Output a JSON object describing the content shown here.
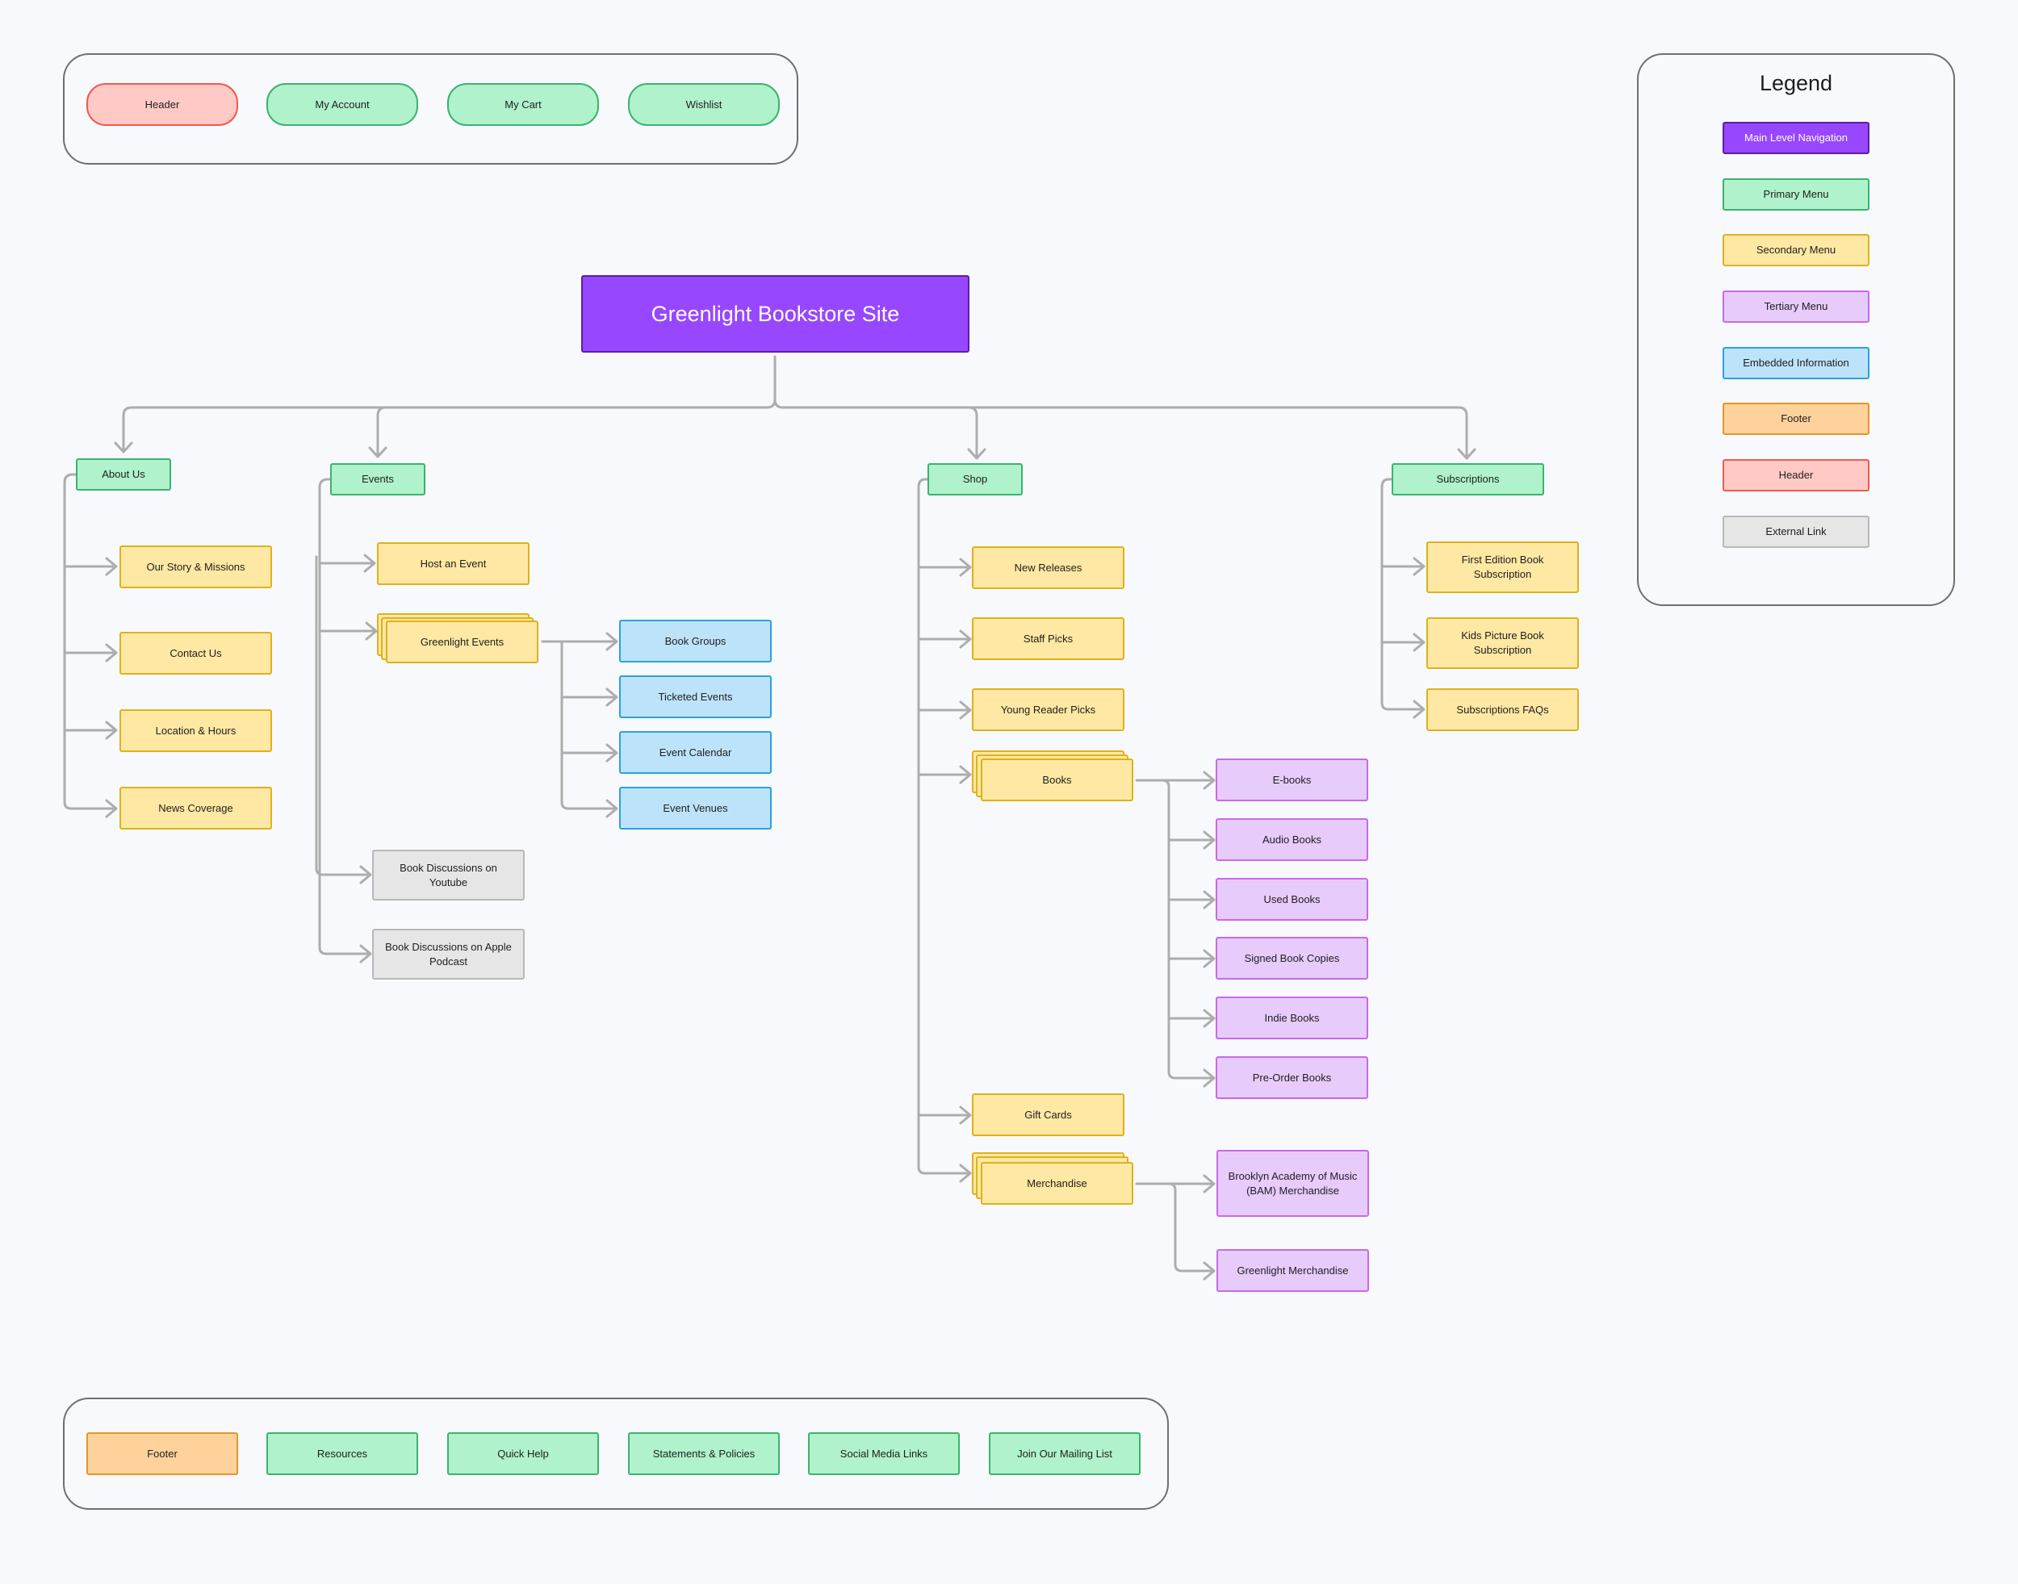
{
  "colors": {
    "main_level_navigation": "#9747ff",
    "primary_menu": "#b0f2cc",
    "secondary_menu": "#ffe8a3",
    "tertiary_menu": "#e6cbfb",
    "embedded_information": "#bde3fb",
    "footer": "#ffd29b",
    "header": "#ffc9c5",
    "external_link": "#e6e6e6",
    "connector": "#adadad"
  },
  "header_bar": {
    "header": "Header",
    "my_account": "My Account",
    "my_cart": "My Cart",
    "wishlist": "Wishlist"
  },
  "legend": {
    "title": "Legend",
    "items": [
      "Main Level Navigation",
      "Primary Menu",
      "Secondary Menu",
      "Tertiary Menu",
      "Embedded Information",
      "Footer",
      "Header",
      "External Link"
    ]
  },
  "root": "Greenlight Bookstore Site",
  "about": {
    "label": "About Us",
    "children": [
      "Our Story & Missions",
      "Contact Us",
      "Location & Hours",
      "News Coverage"
    ]
  },
  "events": {
    "label": "Events",
    "host": "Host an Event",
    "greenlight_events": "Greenlight Events",
    "embedded": [
      "Book Groups",
      "Ticketed Events",
      "Event Calendar",
      "Event Venues"
    ],
    "external": [
      "Book Discussions on Youtube",
      "Book Discussions on Apple Podcast"
    ]
  },
  "shop": {
    "label": "Shop",
    "new_releases": "New Releases",
    "staff_picks": "Staff Picks",
    "young_reader_picks": "Young Reader Picks",
    "books": "Books",
    "books_children": [
      "E-books",
      "Audio Books",
      "Used Books",
      "Signed Book Copies",
      "Indie Books",
      "Pre-Order Books"
    ],
    "gift_cards": "Gift Cards",
    "merchandise": "Merchandise",
    "merch_children": [
      "Brooklyn Academy of Music (BAM) Merchandise",
      "Greenlight Merchandise"
    ]
  },
  "subscriptions": {
    "label": "Subscriptions",
    "children": [
      "First Edition Book Subscription",
      "Kids Picture Book Subscription",
      "Subscriptions FAQs"
    ]
  },
  "footer_bar": {
    "footer": "Footer",
    "resources": "Resources",
    "quick_help": "Quick Help",
    "statements": "Statements & Policies",
    "social": "Social Media Links",
    "mailing": "Join Our Mailing List"
  }
}
